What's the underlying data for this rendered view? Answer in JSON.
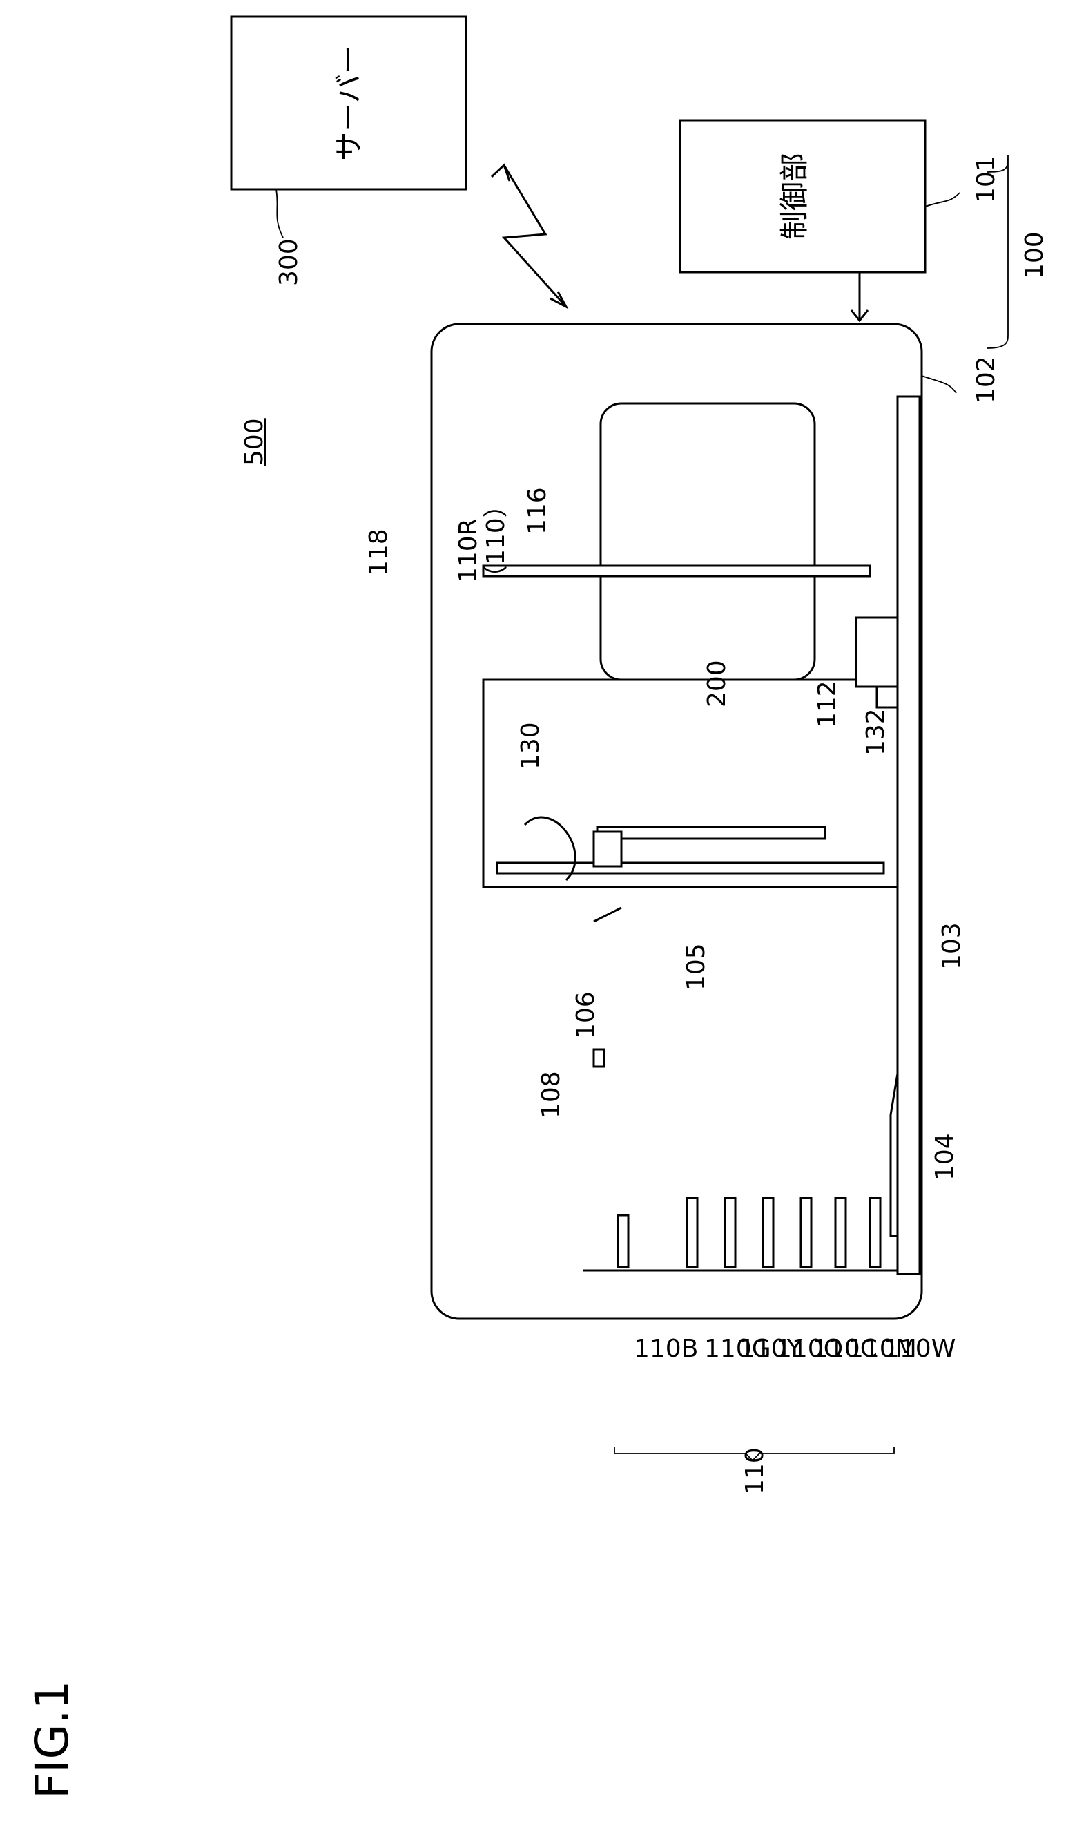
{
  "figure_label": "FIG.1",
  "ref_500": "500",
  "server": {
    "label": "サーバー",
    "ref": "300"
  },
  "control": {
    "label": "制御部",
    "ref": "101"
  },
  "system": {
    "refs": {
      "r100": "100",
      "r102": "102",
      "r103": "103",
      "r104": "104",
      "r105": "105",
      "r106": "106",
      "r108": "108",
      "r112": "112",
      "r116": "116",
      "r118": "118",
      "r130": "130",
      "r132": "132",
      "r200": "200"
    }
  },
  "film": {
    "main": "110R",
    "paren": "（110）"
  },
  "tanks": {
    "group_ref": "110",
    "items": [
      "110B",
      "110G",
      "110Y",
      "110O",
      "110C",
      "110M",
      "110W"
    ]
  }
}
